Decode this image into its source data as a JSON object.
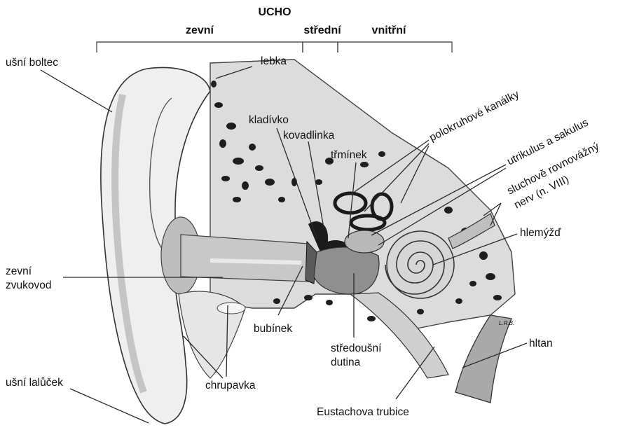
{
  "title": "UCHO",
  "sections": {
    "outer": "zevní",
    "middle": "střední",
    "inner": "vnitřní"
  },
  "labels": {
    "pinna": "ušní boltec",
    "skull": "lebka",
    "malleus": "kladívko",
    "incus": "kovadlinka",
    "stapes": "třmínek",
    "canals": "polokruhové kanálky",
    "utricle": "utrikulus a sakulus",
    "nerve_line1": "sluchově rovnovážný",
    "nerve_line2": "nerv (n. VIII)",
    "cochlea": "hlemýžď",
    "ear_canal_line1": "zevní",
    "ear_canal_line2": "zvukovod",
    "eardrum": "bubínek",
    "middle_ear_line1": "středoušní",
    "middle_ear_line2": "dutina",
    "pharynx": "hltan",
    "lobule": "ušní lalůček",
    "cartilage": "chrupavka",
    "eustachian": "Eustachova trubice",
    "signature": "L.R.B."
  },
  "colors": {
    "bone": "#d9d9d9",
    "bone_dark": "#1a1a1a",
    "skin": "#efefef",
    "shade": "#9a9a9a"
  }
}
